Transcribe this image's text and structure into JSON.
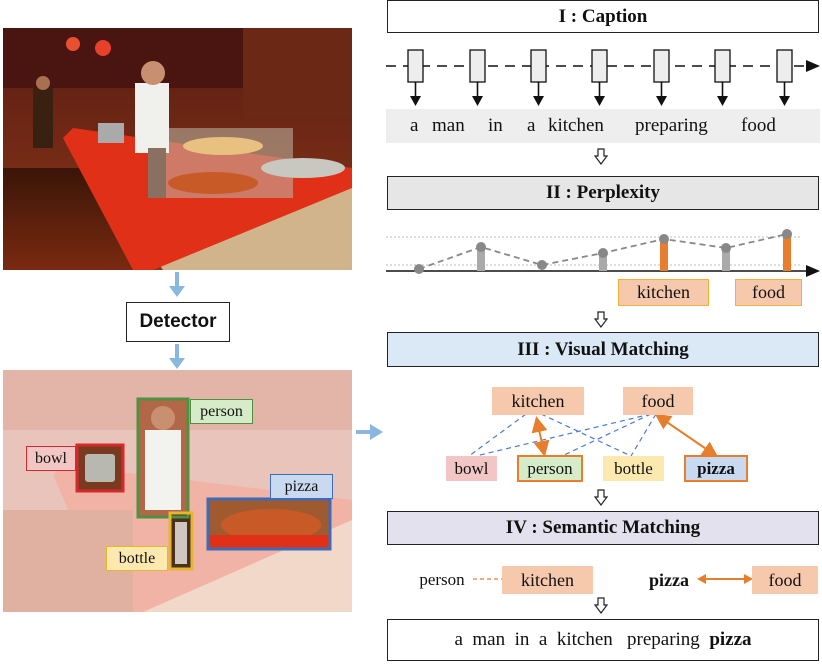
{
  "left": {
    "detector_label": "Detector",
    "detections": [
      {
        "label": "bowl",
        "color": "#d42a2a",
        "fill": "#f2c6c4"
      },
      {
        "label": "person",
        "color": "#4f9140",
        "fill": "#d6ecc8"
      },
      {
        "label": "pizza",
        "color": "#3d6bb5",
        "fill": "#c8d9f0"
      },
      {
        "label": "bottle",
        "color": "#e8b62b",
        "fill": "#fbe9b0"
      }
    ]
  },
  "stages": {
    "caption": {
      "title": "I : Caption",
      "words": [
        "a",
        "man",
        "in",
        "a",
        "kitchen",
        "preparing",
        "food"
      ]
    },
    "perplexity": {
      "title": "II : Perplexity",
      "words": [
        "kitchen",
        "food"
      ]
    },
    "visual": {
      "title": "III : Visual Matching",
      "concepts": [
        "kitchen",
        "food"
      ],
      "objects": [
        "bowl",
        "person",
        "bottle",
        "pizza"
      ]
    },
    "semantic": {
      "title": "IV : Semantic Matching",
      "pairs": [
        {
          "object": "person",
          "concept": "kitchen"
        },
        {
          "object": "pizza",
          "concept": "food"
        }
      ]
    }
  },
  "final_caption": {
    "prefix": "a  man  in  a  kitchen   preparing",
    "replaced": "pizza"
  },
  "colors": {
    "caption_fill": "#ffffff",
    "perplexity_fill": "#e6e6e6",
    "visual_fill": "#dbe8f5",
    "semantic_fill": "#e4e1ef",
    "concept_fill": "#f6c9ad",
    "highlight": "#e67e2d",
    "arrow_blue": "#8ab7e0",
    "dash_blue": "#4a7bd0"
  }
}
